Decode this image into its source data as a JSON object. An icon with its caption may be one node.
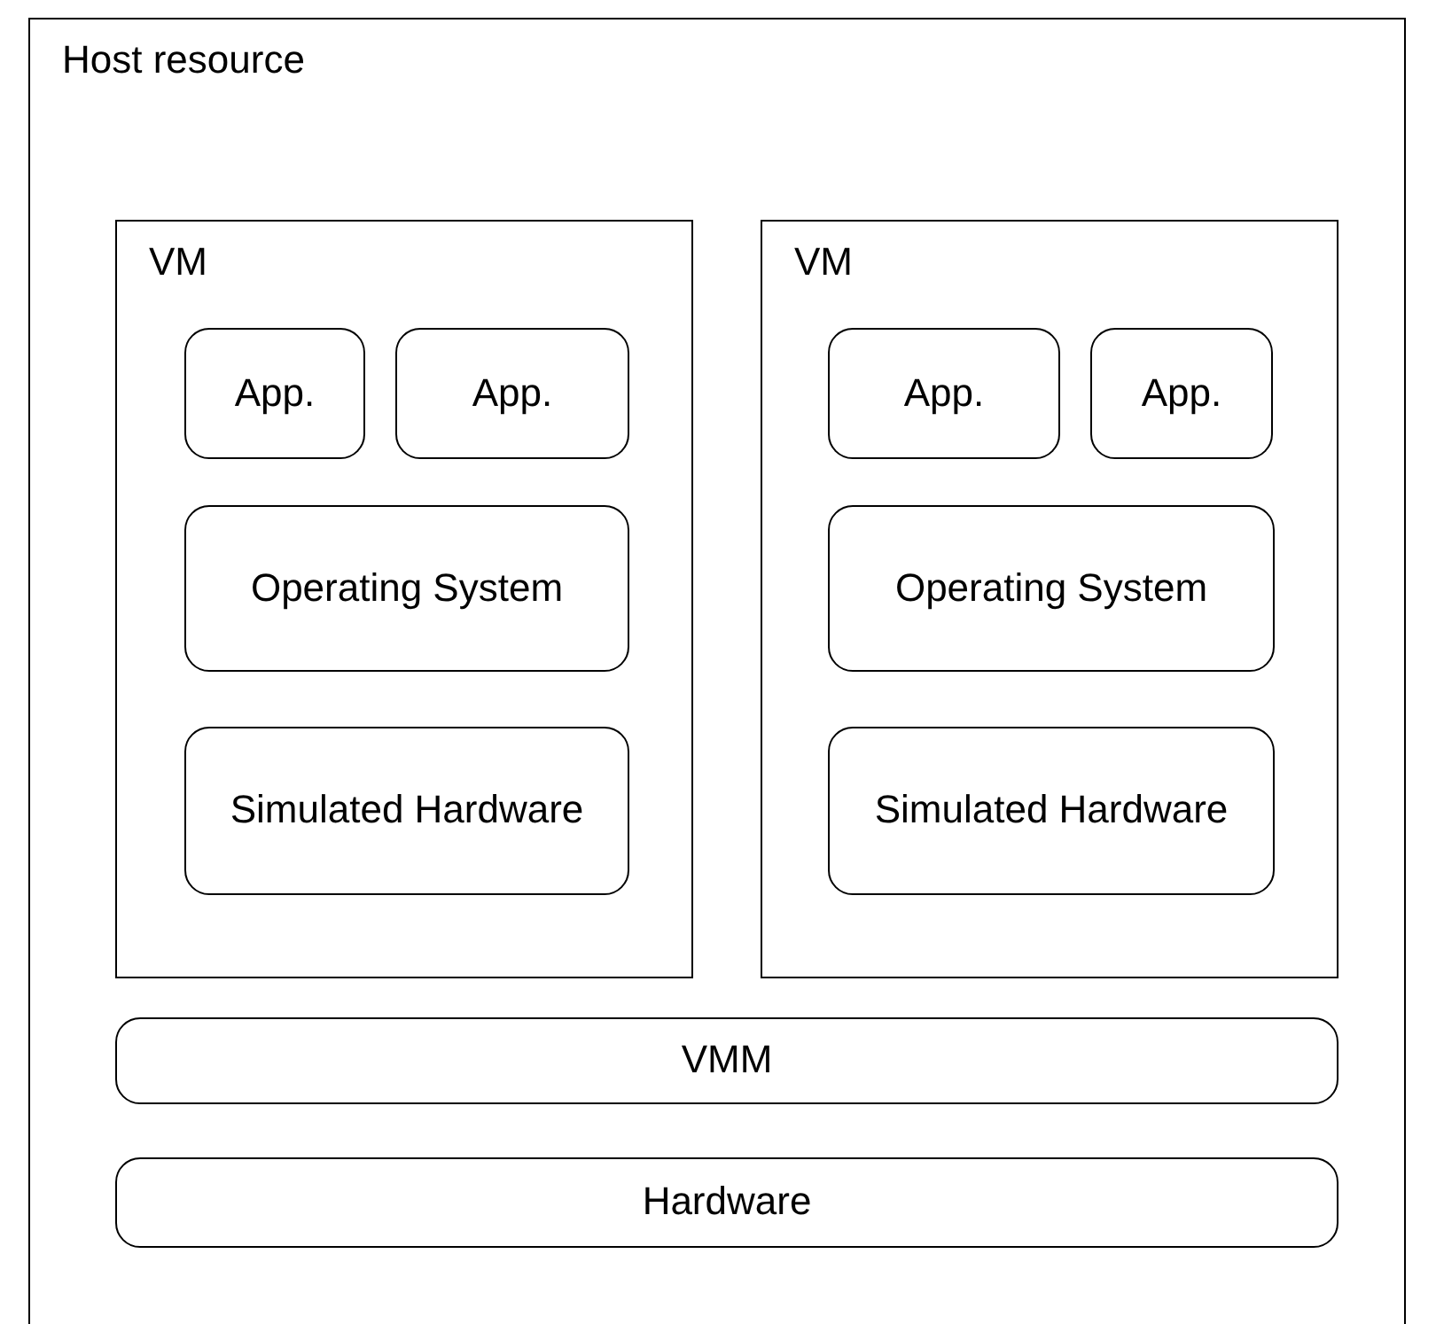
{
  "diagram": {
    "nodes": [
      {
        "text": [
          "Host resource"
        ]
      },
      {
        "text": [
          "VM"
        ],
        "in": 0
      },
      {
        "text": [
          "App."
        ],
        "in": 1
      },
      {
        "text": [
          "App."
        ],
        "in": 1
      },
      {
        "text": [
          "Operating System"
        ],
        "in": 1
      },
      {
        "text": [
          "Simulated Hardware"
        ],
        "in": 1
      },
      {
        "text": [
          "VM"
        ],
        "in": 0
      },
      {
        "text": [
          "App."
        ],
        "in": 6
      },
      {
        "text": [
          "App."
        ],
        "in": 6
      },
      {
        "text": [
          "Operating System"
        ],
        "in": 6
      },
      {
        "text": [
          "Simulated Hardware"
        ],
        "in": 6
      },
      {
        "text": [
          "VMM"
        ],
        "in": 0
      },
      {
        "text": [
          "Hardware"
        ],
        "in": 0
      }
    ]
  }
}
